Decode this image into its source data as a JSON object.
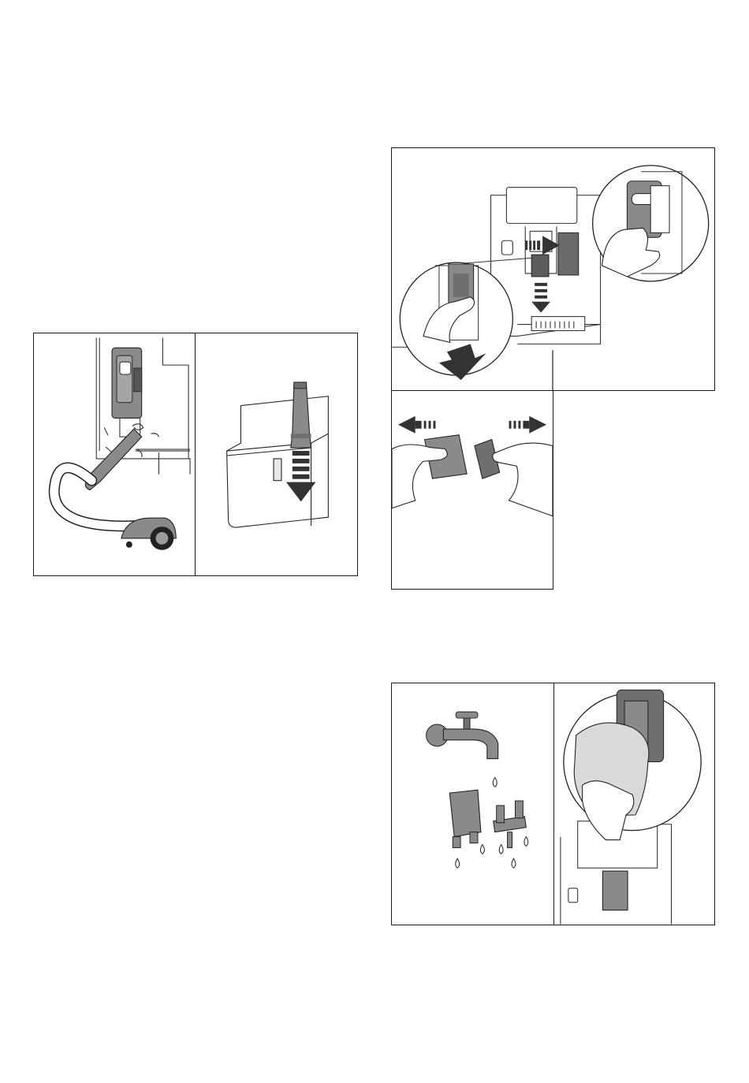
{
  "page": {
    "background": "#ffffff",
    "line_color": "#1a1a1a",
    "part_gray": "#8a8a8a",
    "dark_gray": "#5c5c5c"
  },
  "figures": [
    {
      "id": "vacuum-cleaning",
      "icons": [
        "vacuum-cleaner-icon",
        "coffee-machine-icon"
      ]
    },
    {
      "id": "water-tank-filter",
      "icons": [
        "water-tank-icon",
        "filter-icon",
        "down-arrow-icon"
      ]
    },
    {
      "id": "remove-infuser-assembly",
      "icons": [
        "coffee-machine-icon",
        "hand-icon",
        "down-arrow-icon",
        "right-arrow-icon"
      ]
    },
    {
      "id": "separate-parts",
      "icons": [
        "hand-icon",
        "left-arrow-icon",
        "right-arrow-icon"
      ]
    },
    {
      "id": "rinse-under-tap",
      "icons": [
        "tap-icon",
        "water-drop-icon"
      ]
    },
    {
      "id": "wipe-with-cloth",
      "icons": [
        "cloth-icon",
        "hand-icon",
        "coffee-machine-icon"
      ]
    }
  ]
}
